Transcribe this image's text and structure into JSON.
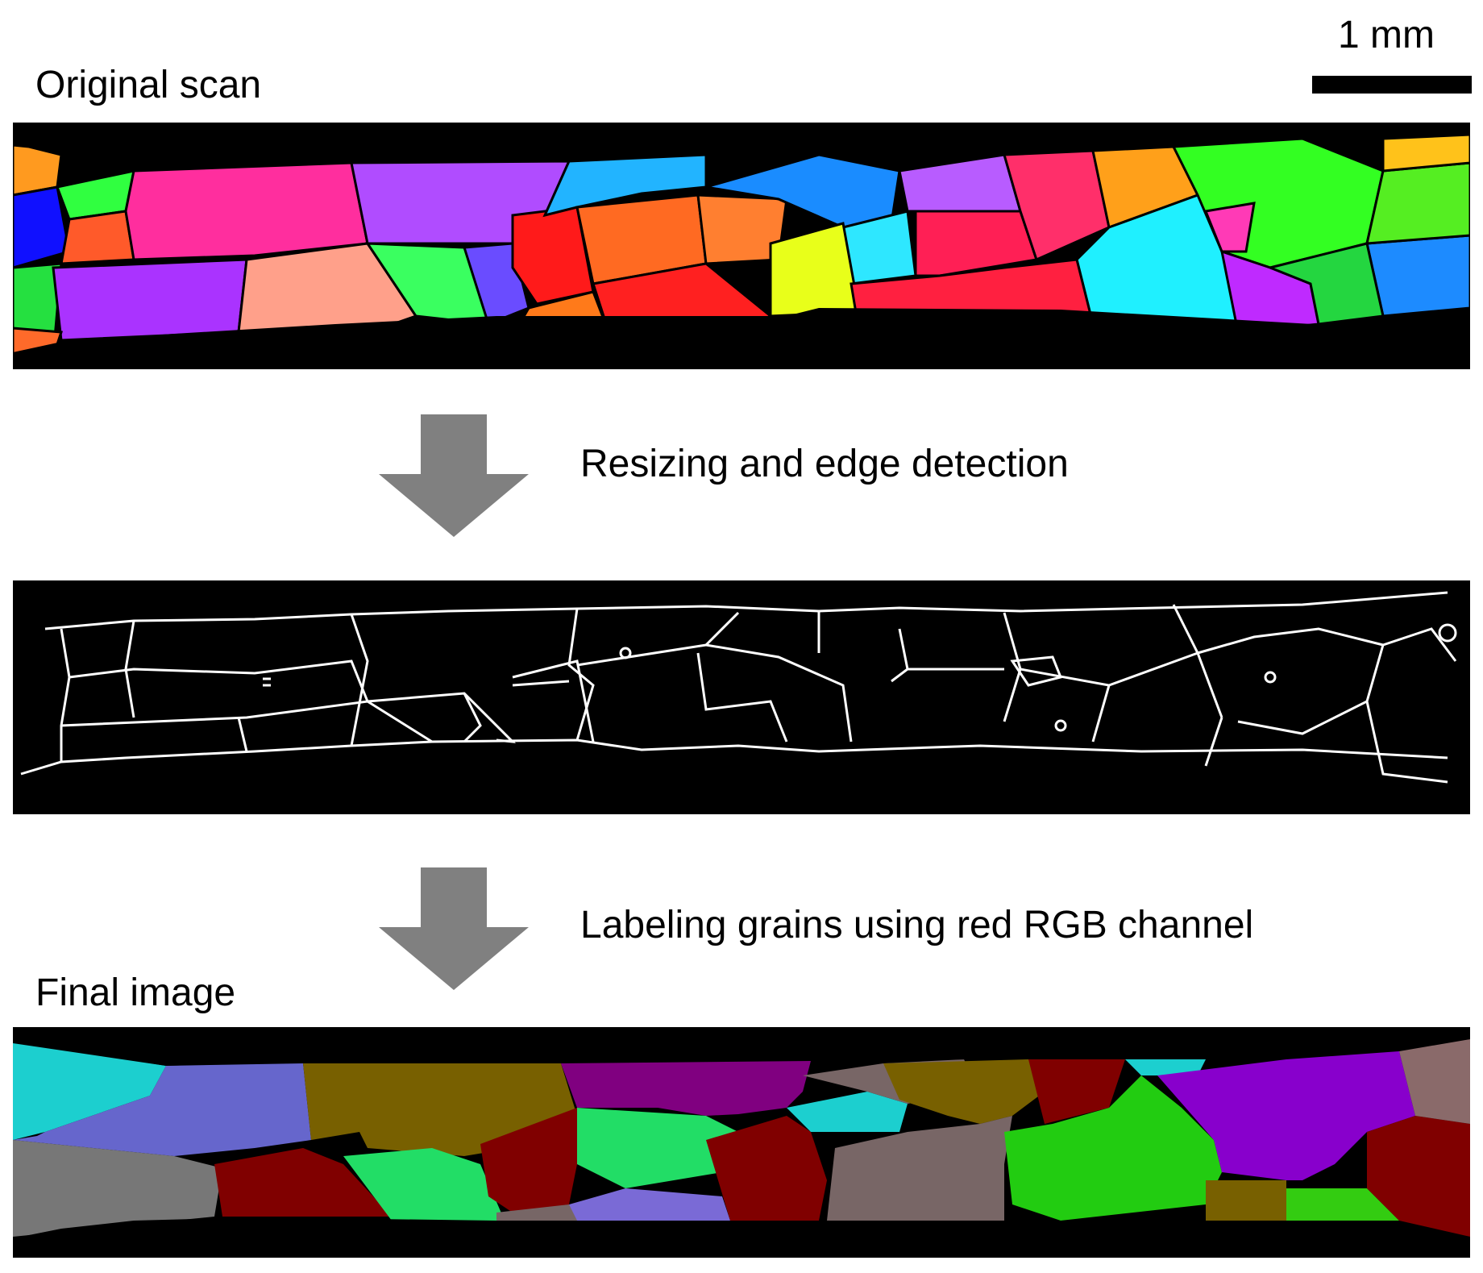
{
  "scale": {
    "label": "1 mm"
  },
  "steps": {
    "original_label": "Original scan",
    "step1_label": "Resizing and edge detection",
    "step2_label": "Labeling grains using red RGB channel",
    "final_label": "Final image"
  },
  "colors": {
    "arrow": "#808080",
    "background": "#000000",
    "edge": "#ffffff"
  },
  "icons": {
    "arrow": "down-arrow-icon"
  }
}
